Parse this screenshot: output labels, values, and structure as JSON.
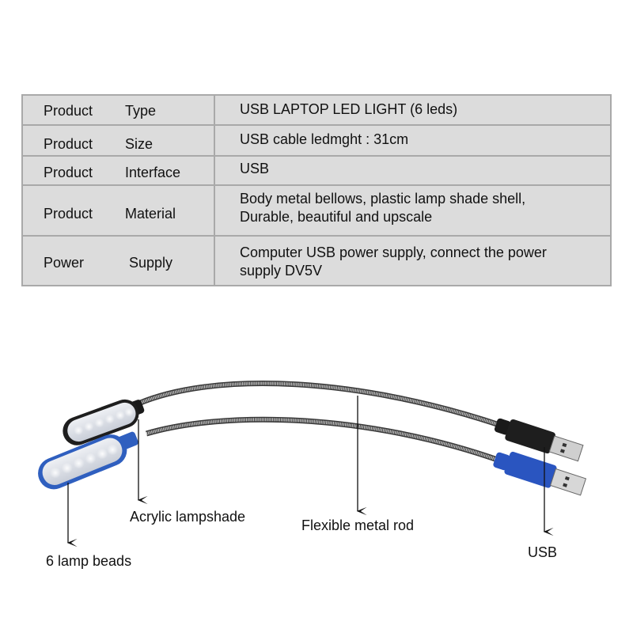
{
  "spec_table": {
    "rows": [
      {
        "label_a": "Product",
        "label_b": "Type",
        "value": "USB LAPTOP  LED  LIGHT (6 leds)"
      },
      {
        "label_a": "Product",
        "label_b": "Size",
        "value": "USB cable ledmght : 31cm"
      },
      {
        "label_a": "Product",
        "label_b": "Interface",
        "value": "USB"
      },
      {
        "label_a": "Product",
        "label_b": "Material",
        "value_lines": [
          "Body metal bellows, plastic lamp shade shell,",
          "Durable, beautiful and upscale"
        ]
      },
      {
        "label_a": "Power",
        "label_b": "Supply",
        "value_lines": [
          "Computer USB power supply, connect the power",
          "supply  DV5V"
        ]
      }
    ]
  },
  "diagram": {
    "callouts": {
      "acrylic": "Acrylic lampshade",
      "beads": "6 lamp beads",
      "rod": "Flexible metal rod",
      "usb": "USB"
    },
    "colors": {
      "blue_head": "#2f5fbf",
      "black_head": "#1e1e1e",
      "diffuser": "#dfe3ea",
      "metal": "#9a9a9a",
      "usb_blue": "#2a55c0"
    }
  }
}
